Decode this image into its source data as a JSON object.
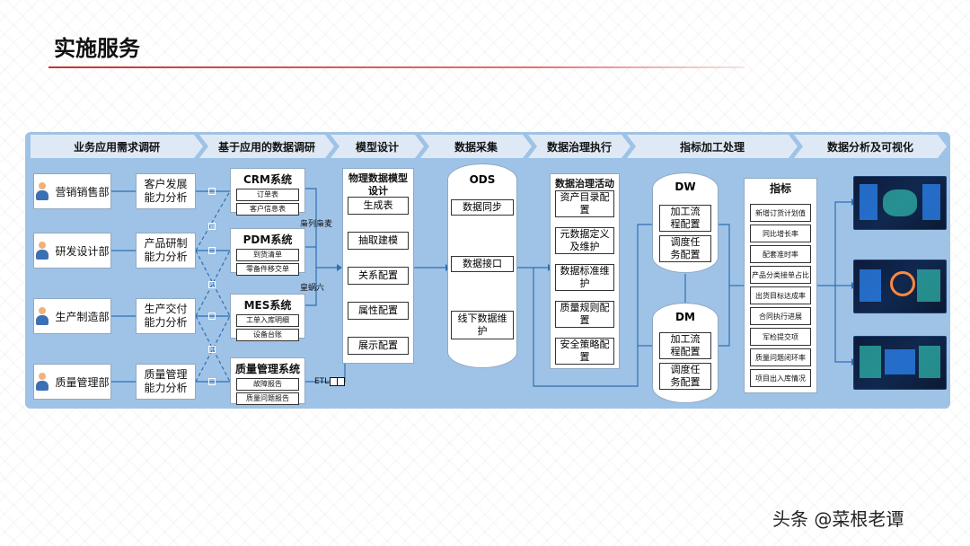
{
  "slide": {
    "title": "实施服务",
    "watermark": "头条 @菜根老谭"
  },
  "headers": [
    "业务应用需求调研",
    "基于应用的数据调研",
    "模型设计",
    "数据采集",
    "数据治理执行",
    "指标加工处理",
    "数据分析及可视化"
  ],
  "departments": [
    "营销销售部",
    "研发设计部",
    "生产制造部",
    "质量管理部"
  ],
  "analyses": [
    "客户发展\n能力分析",
    "产品研制\n能力分析",
    "生产交付\n能力分析",
    "质量管理\n能力分析"
  ],
  "systems": [
    {
      "name": "CRM系统",
      "items": [
        "订单表",
        "客户信息表"
      ]
    },
    {
      "name": "PDM系统",
      "items": [
        "到货清单",
        "零备件移交单"
      ]
    },
    {
      "name": "MES系统",
      "items": [
        "工单入库明细",
        "设备台账"
      ]
    },
    {
      "name": "质量管理系统",
      "items": [
        "故障报告",
        "质量问题报告"
      ]
    }
  ],
  "connector_labels": {
    "label1": "枭列枭麦",
    "label2": "皇蜗六",
    "etl": "ETL"
  },
  "model": {
    "title": "物理数据模型\n设计",
    "items": [
      "生成表",
      "抽取建模",
      "关系配置",
      "属性配置",
      "展示配置"
    ]
  },
  "ods": {
    "title": "ODS",
    "items": [
      "数据同步",
      "数据接口",
      "线下数据维\n护"
    ]
  },
  "governance": {
    "title": "数据治理活动",
    "items": [
      "资产目录配\n置",
      "元数据定义\n及维护",
      "数据标准维\n护",
      "质量规则配\n置",
      "安全策略配\n置"
    ]
  },
  "dw": {
    "title": "DW",
    "items": [
      "加工流\n程配置",
      "调度任\n务配置"
    ]
  },
  "dm": {
    "title": "DM",
    "items": [
      "加工流\n程配置",
      "调度任\n务配置"
    ]
  },
  "metrics": {
    "title": "指标",
    "items": [
      "新增订货计划值",
      "同比增长率",
      "配套准时率",
      "产品分类接单占比",
      "出货目标达成率",
      "合同执行进展",
      "军检提交项",
      "质量问题闭环率",
      "项目出入库情况"
    ]
  },
  "colors": {
    "panel": "#9fc3e6",
    "header": "#dfe9f5",
    "accent_line": "#c0392b",
    "connector": "#2f6fb5"
  }
}
